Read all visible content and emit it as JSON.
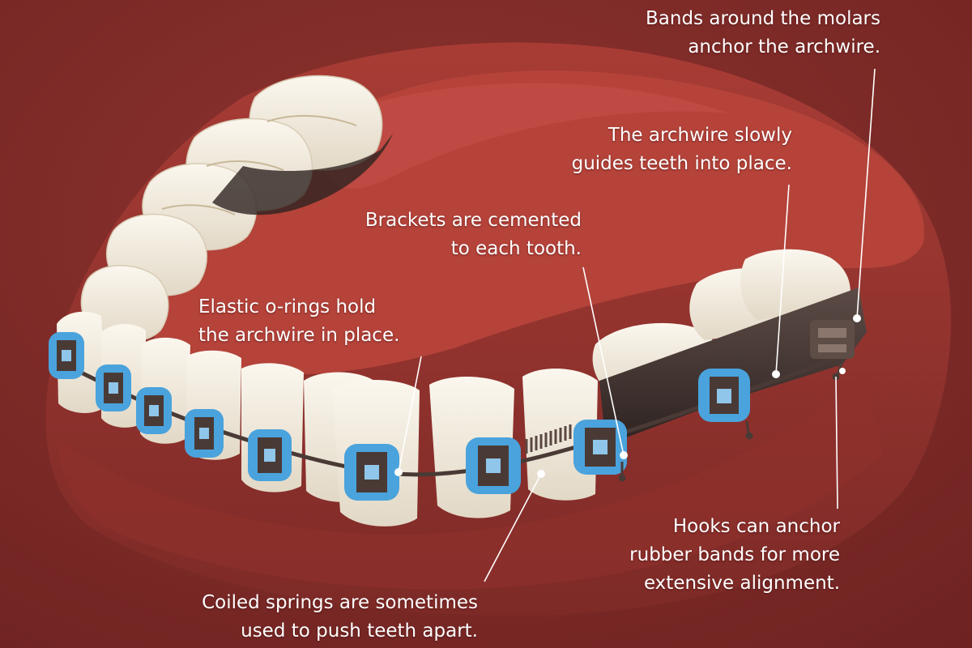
{
  "palette": {
    "background": "#7e2a27",
    "gum": "#9a3530",
    "tongue": "#b5433a",
    "tooth": "#f3ede1",
    "bracket_band": "#4aa3dc",
    "metal": "#4a3a36",
    "label_text": "#ffffff",
    "leader_line": "#ffffff"
  },
  "labels": {
    "molar_bands": {
      "line1": "Bands around the molars",
      "line2": "anchor the archwire."
    },
    "archwire": {
      "line1": "The archwire slowly",
      "line2": "guides teeth into place."
    },
    "brackets": {
      "line1": "Brackets are cemented",
      "line2": "to each tooth."
    },
    "o_rings": {
      "line1": "Elastic o-rings hold",
      "line2": "the archwire in place."
    },
    "hooks": {
      "line1": "Hooks can anchor",
      "line2": "rubber bands for more",
      "line3": "extensive alignment."
    },
    "springs": {
      "line1": "Coiled springs are sometimes",
      "line2": "used to push teeth apart."
    }
  }
}
